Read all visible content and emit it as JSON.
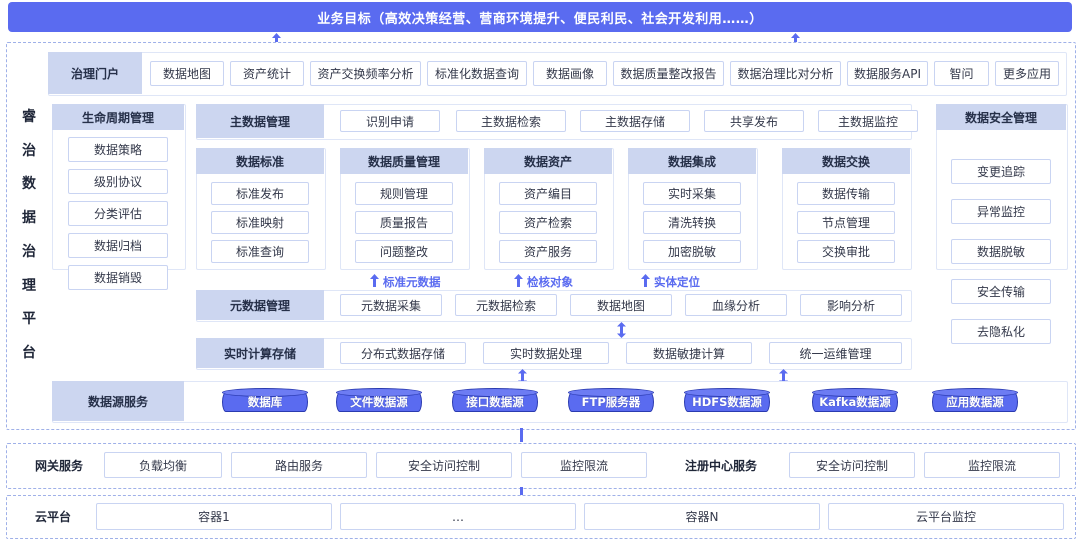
{
  "banner": {
    "title": "业务目标（高效决策经营、营商环境提升、便民利民、社会开发利用……）"
  },
  "platform": {
    "vertical_title": [
      "睿",
      "治",
      "数",
      "据",
      "治",
      "理",
      "平",
      "台"
    ]
  },
  "portal": {
    "header": "治理门户",
    "apps": [
      "数据地图",
      "资产统计",
      "资产交换频率分析",
      "标准化数据查询",
      "数据画像",
      "数据质量整改报告",
      "数据治理比对分析",
      "数据服务API",
      "智问",
      "更多应用"
    ]
  },
  "lifecycle": {
    "header": "生命周期管理",
    "items": [
      "数据策略",
      "级别协议",
      "分类评估",
      "数据归档",
      "数据销毁"
    ]
  },
  "master_data": {
    "header": "主数据管理",
    "items": [
      "识别申请",
      "主数据检索",
      "主数据存储",
      "共享发布",
      "主数据监控"
    ]
  },
  "columns": [
    {
      "header": "数据标准",
      "items": [
        "标准发布",
        "标准映射",
        "标准查询"
      ]
    },
    {
      "header": "数据质量管理",
      "items": [
        "规则管理",
        "质量报告",
        "问题整改"
      ]
    },
    {
      "header": "数据资产",
      "items": [
        "资产编目",
        "资产检索",
        "资产服务"
      ]
    },
    {
      "header": "数据集成",
      "items": [
        "实时采集",
        "清洗转换",
        "加密脱敏"
      ]
    },
    {
      "header": "数据交换",
      "items": [
        "数据传输",
        "节点管理",
        "交换审批"
      ]
    }
  ],
  "annotations": [
    "标准元数据",
    "检核对象",
    "实体定位"
  ],
  "metadata": {
    "header": "元数据管理",
    "items": [
      "元数据采集",
      "元数据检索",
      "数据地图",
      "血缘分析",
      "影响分析"
    ]
  },
  "realtime": {
    "header": "实时计算存储",
    "items": [
      "分布式数据存储",
      "实时数据处理",
      "数据敏捷计算",
      "统一运维管理"
    ]
  },
  "security": {
    "header": "数据安全管理",
    "items": [
      "变更追踪",
      "异常监控",
      "数据脱敏",
      "安全传输",
      "去隐私化"
    ]
  },
  "datasource": {
    "header": "数据源服务",
    "items": [
      "数据库",
      "文件数据源",
      "接口数据源",
      "FTP服务器",
      "HDFS数据源",
      "Kafka数据源",
      "应用数据源"
    ]
  },
  "gateway": {
    "header": "网关服务",
    "items": [
      "负载均衡",
      "路由服务",
      "安全访问控制",
      "监控限流"
    ],
    "registry_header": "注册中心服务",
    "registry_items": [
      "安全访问控制",
      "监控限流"
    ]
  },
  "cloud": {
    "header": "云平台",
    "items": [
      "容器1",
      "…",
      "容器N",
      "云平台监控"
    ]
  },
  "colors": {
    "banner": "#5a6bf0",
    "header_bg": "#ccd6f0",
    "box_border": "#c9d4f2",
    "panel_border": "#9fb0e8",
    "accent": "#5a6bf0"
  }
}
